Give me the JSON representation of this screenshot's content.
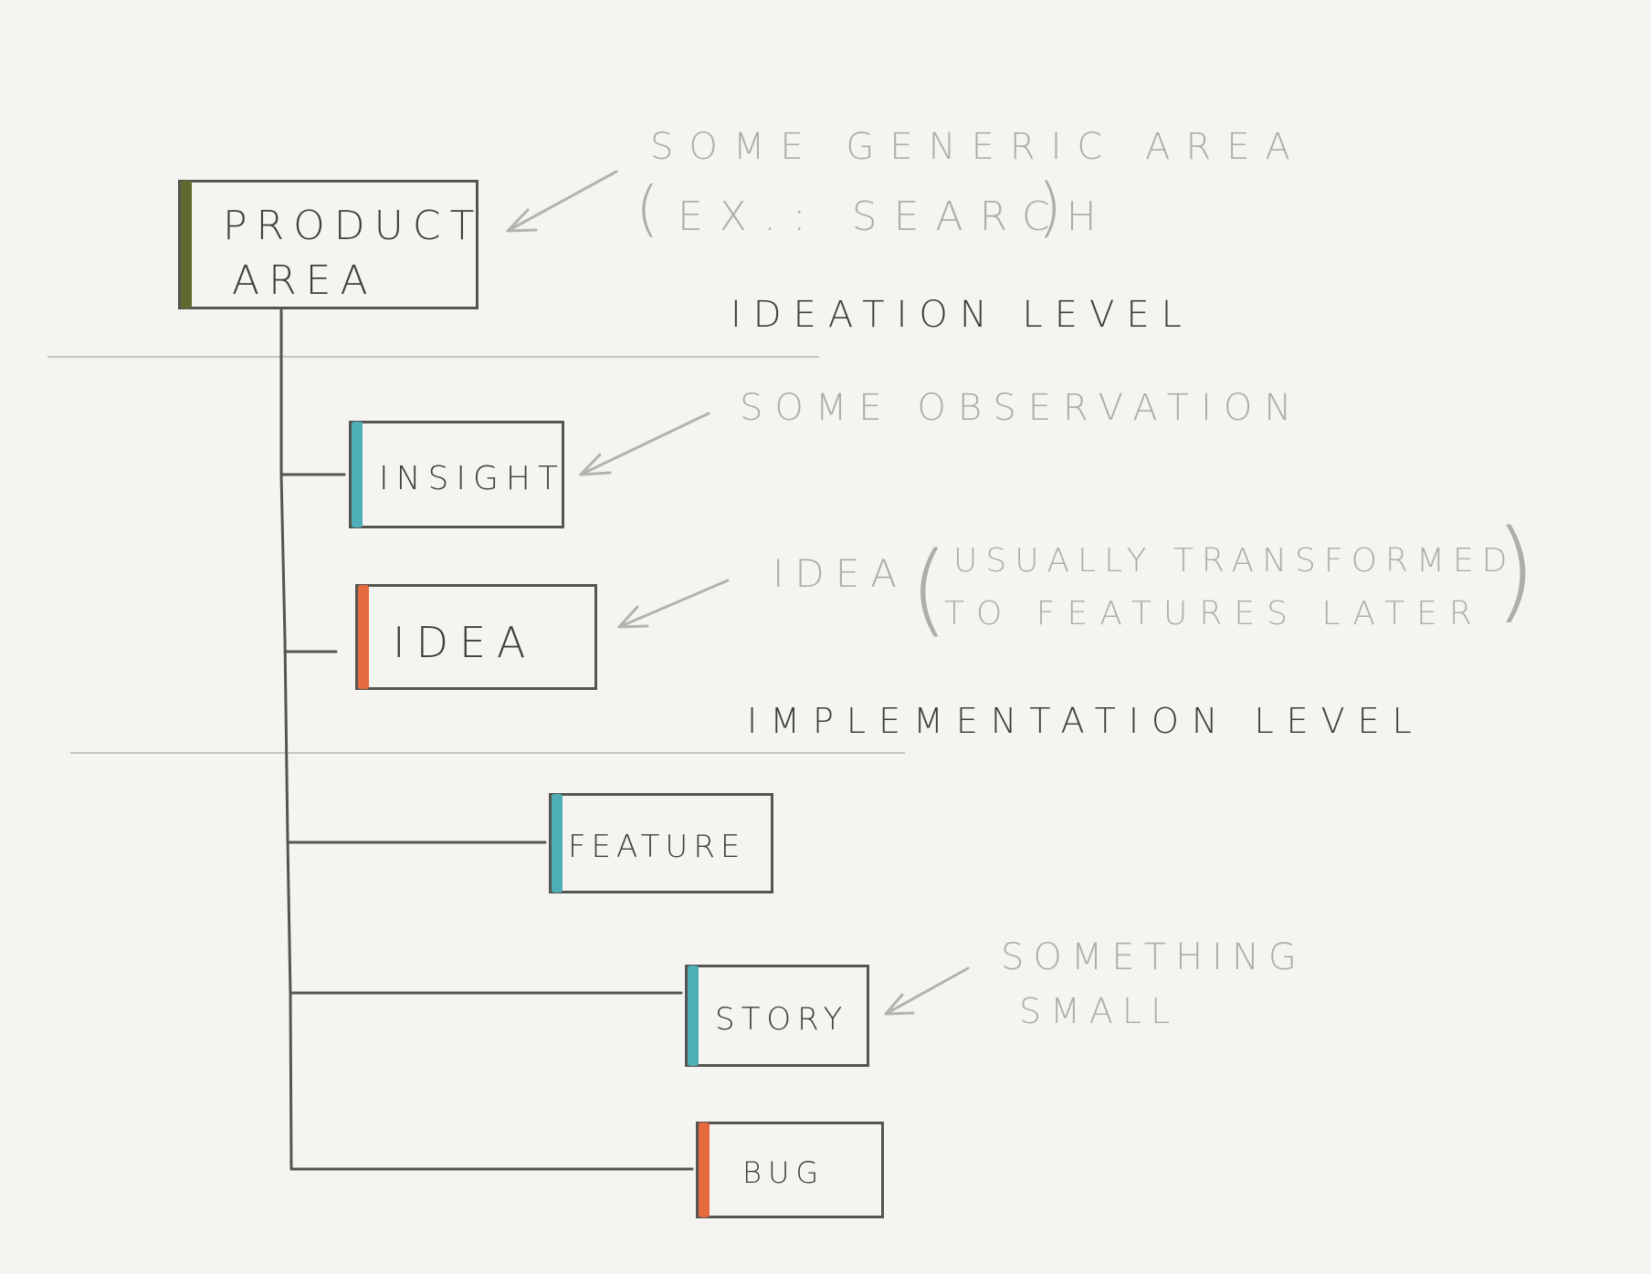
{
  "colors": {
    "background": "#f5f4f1",
    "ink": "#55554f",
    "note_ink": "#aeaea8",
    "divider": "#c6c5c0",
    "accent_green": "#5e6a2e",
    "accent_teal": "#4eaeb8",
    "accent_orange": "#e4693f"
  },
  "nodes": {
    "product_area": {
      "line1": "PRODUCT",
      "line2": "AREA",
      "accent": "accent_green"
    },
    "insight": {
      "label": "INSIGHT",
      "accent": "accent_teal"
    },
    "idea": {
      "label": "IDEA",
      "accent": "accent_orange"
    },
    "feature": {
      "label": "FEATURE",
      "accent": "accent_teal"
    },
    "story": {
      "label": "STORY",
      "accent": "accent_teal"
    },
    "bug": {
      "label": "BUG",
      "accent": "accent_orange"
    }
  },
  "levels": {
    "ideation": "IDEATION LEVEL",
    "implementation": "IMPLEMENTATION LEVEL"
  },
  "notes": {
    "product_area_line1": "SOME GENERIC AREA",
    "product_area_line2": "EX.: SEARCH",
    "insight": "SOME OBSERVATION",
    "idea_prefix": "IDEA",
    "idea_line1": "USUALLY TRANSFORMED",
    "idea_line2": "TO FEATURES LATER",
    "story_line1": "SOMETHING",
    "story_line2": "SMALL"
  }
}
